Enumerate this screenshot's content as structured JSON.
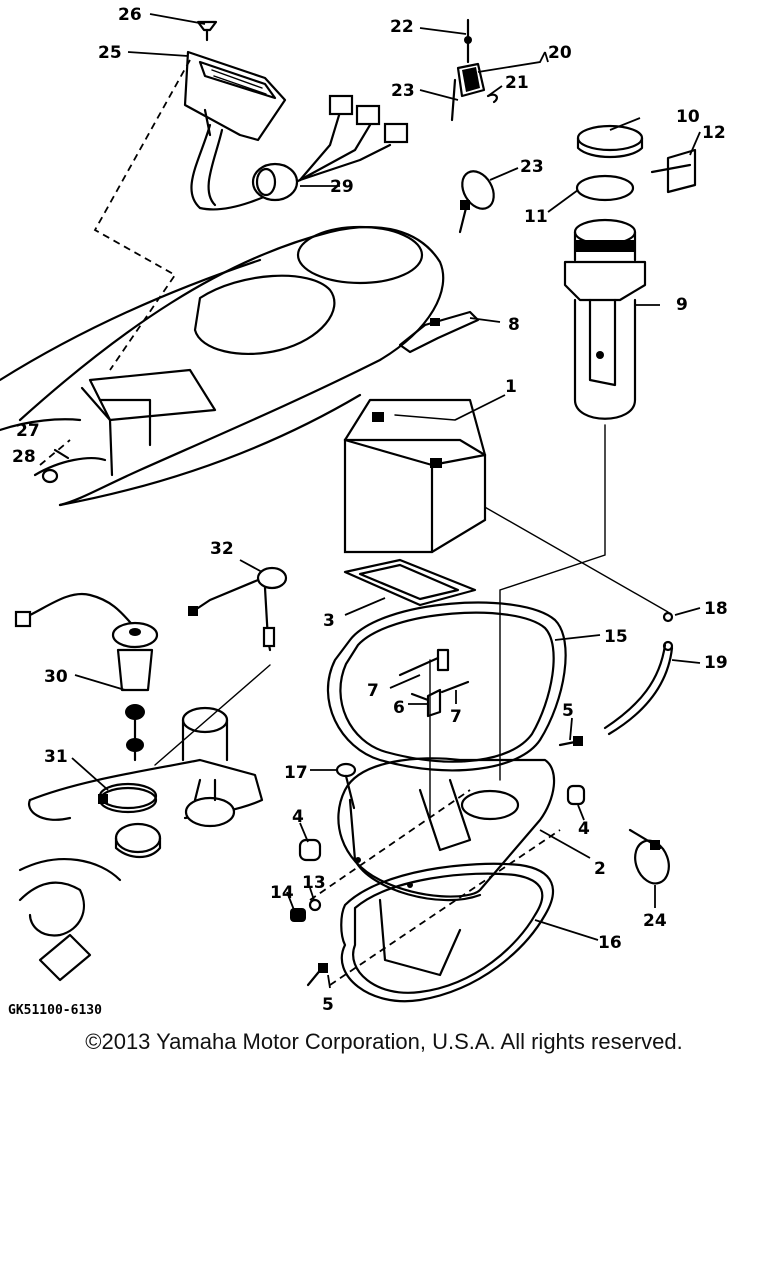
{
  "callouts": {
    "c1": "1",
    "c2": "2",
    "c3": "3",
    "c4a": "4",
    "c4b": "4",
    "c5a": "5",
    "c5b": "5",
    "c6": "6",
    "c7a": "7",
    "c7b": "7",
    "c8": "8",
    "c9": "9",
    "c10": "10",
    "c11": "11",
    "c12": "12",
    "c13": "13",
    "c14": "14",
    "c15": "15",
    "c16": "16",
    "c17": "17",
    "c18": "18",
    "c19": "19",
    "c20": "20",
    "c21": "21",
    "c22": "22",
    "c23a": "23",
    "c23b": "23",
    "c24": "24",
    "c25": "25",
    "c26": "26",
    "c27": "27",
    "c28": "28",
    "c29": "29",
    "c30": "30",
    "c31": "31",
    "c32": "32"
  },
  "figure_code": "GK51100-6130",
  "copyright": "©2013 Yamaha Motor Corporation, U.S.A. All rights reserved.",
  "colors": {
    "ink": "#000000",
    "background": "#ffffff"
  }
}
